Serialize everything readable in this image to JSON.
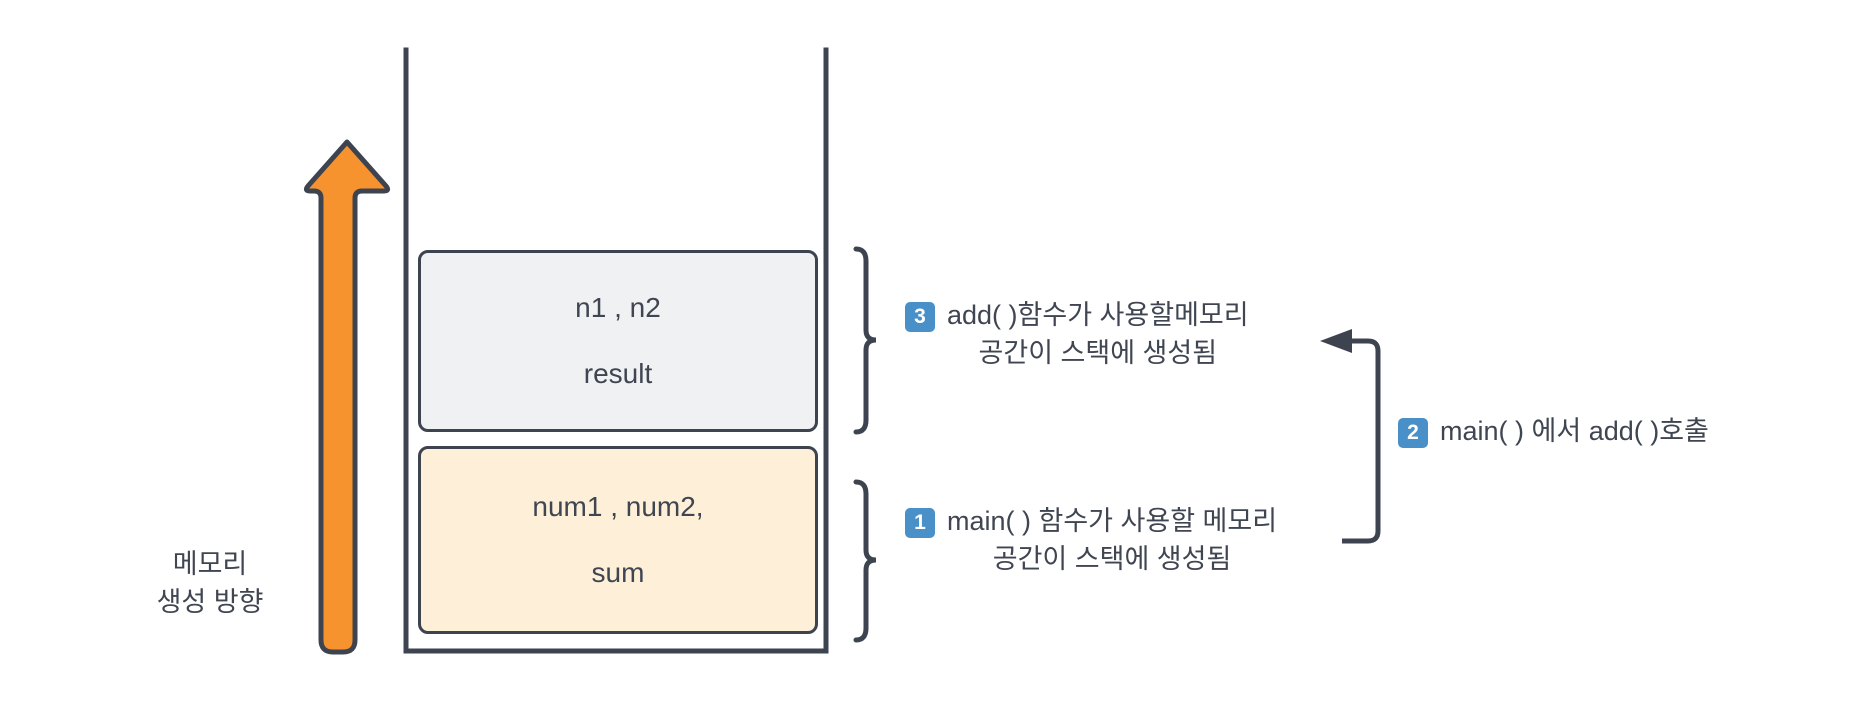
{
  "diagram": {
    "title_present": false,
    "colors": {
      "arrow_fill": "#f7932f",
      "outline": "#3d4450",
      "badge_blue": "#4a90c8",
      "box_add_fill": "#f0f1f3",
      "box_main_fill": "#fdefd8",
      "text": "#3f4551",
      "background": "#ffffff"
    },
    "memory_direction": {
      "label": "메모리\n생성 방향",
      "arrow_icon": "up-arrow-icon",
      "arrow_direction": "up"
    },
    "stack": {
      "frames": [
        {
          "id": "add-frame",
          "fill": "#f0f1f3",
          "lines": [
            "n1 , n2",
            "result"
          ]
        },
        {
          "id": "main-frame",
          "fill": "#fdefd8",
          "lines": [
            "num1 , num2,",
            "sum"
          ]
        }
      ]
    },
    "annotations": [
      {
        "id": "annotation-3",
        "badge": "3",
        "text": "add( )함수가 사용할메모리\n공간이 스택에 생성됨"
      },
      {
        "id": "annotation-1",
        "badge": "1",
        "text": "main( ) 함수가 사용할 메모리\n공간이 스택에 생성됨"
      },
      {
        "id": "annotation-2",
        "badge": "2",
        "text": "main( ) 에서 add( )호출"
      }
    ]
  }
}
